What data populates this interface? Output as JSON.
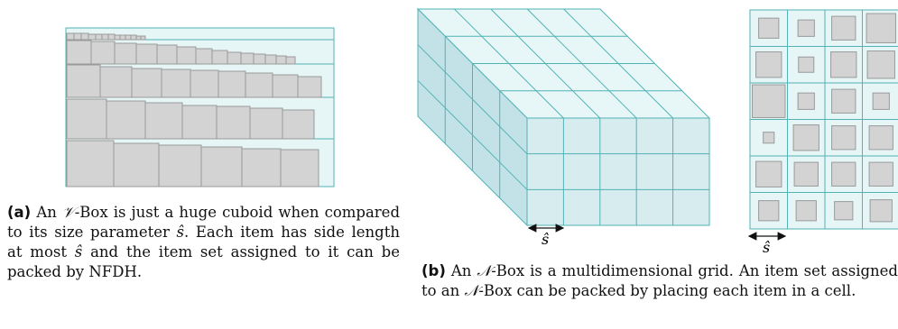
{
  "figure": {
    "panel_a": {
      "label": "(a)",
      "caption_parts": [
        {
          "t": "An ",
          "style": "text"
        },
        {
          "t": "𝒱",
          "style": "math"
        },
        {
          "t": "-Box is just a huge cuboid when compared to its size parameter ",
          "style": "text"
        },
        {
          "t": "ŝ",
          "style": "math"
        },
        {
          "t": ". Each item has side length at most ",
          "style": "text"
        },
        {
          "t": "ŝ",
          "style": "math"
        },
        {
          "t": " and the item set assigned to it can be packed by NFDH.",
          "style": "text"
        }
      ]
    },
    "panel_b": {
      "label": "(b)",
      "caption_parts": [
        {
          "t": "An ",
          "style": "text"
        },
        {
          "t": "𝒩",
          "style": "math"
        },
        {
          "t": "-Box is a multidimensional grid. An item set assigned to an ",
          "style": "text"
        },
        {
          "t": "𝒩",
          "style": "math"
        },
        {
          "t": "-Box can be packed by placing each item in a cell.",
          "style": "text"
        }
      ],
      "size_label": "ŝ"
    },
    "colors": {
      "box_fill": "#e6f5f6",
      "box_stroke": "#52b3b6",
      "item_fill": "#d3d3d3",
      "item_stroke": "#9a9a9a",
      "cube_front": "#d6ecef",
      "cube_top": "#e7f6f6",
      "cube_side": "#c3e2e7"
    }
  }
}
